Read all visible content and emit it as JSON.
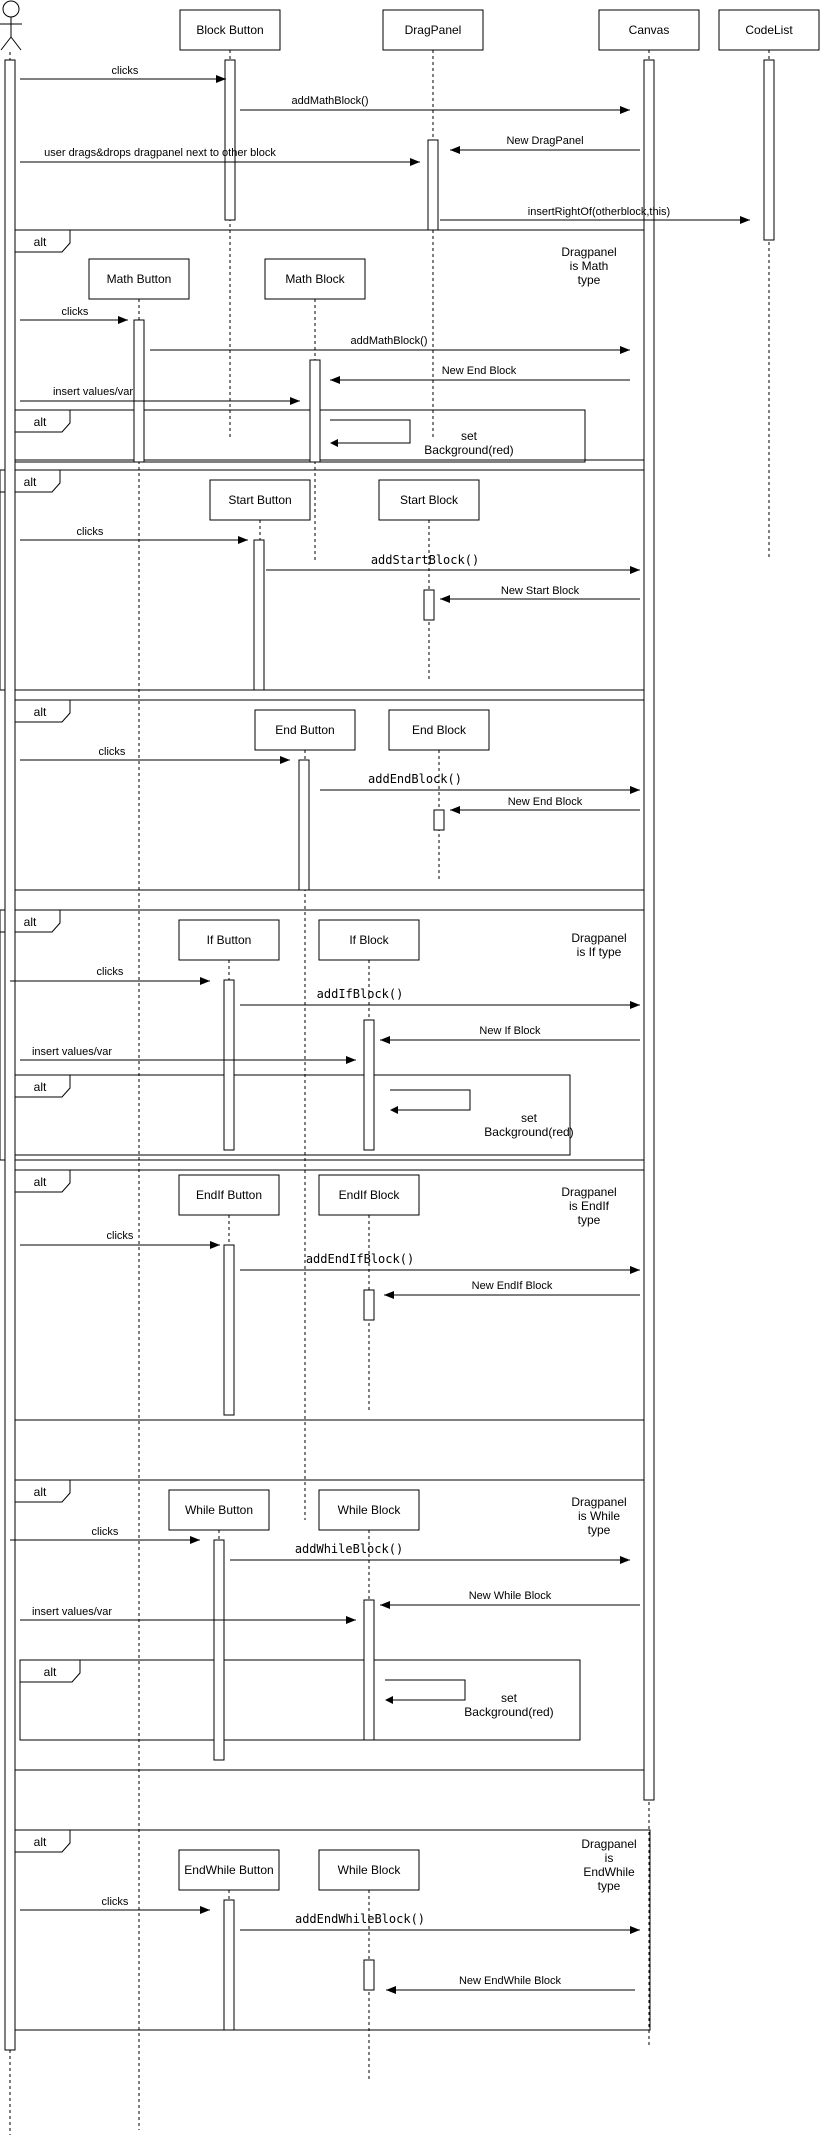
{
  "participants": [
    {
      "id": "actor",
      "label": ""
    },
    {
      "id": "block_button",
      "label": "Block Button"
    },
    {
      "id": "drag_panel",
      "label": "DragPanel"
    },
    {
      "id": "canvas",
      "label": "Canvas"
    },
    {
      "id": "code_list",
      "label": "CodeList"
    },
    {
      "id": "math_button",
      "label": "Math Button"
    },
    {
      "id": "math_block",
      "label": "Math Block"
    },
    {
      "id": "start_button",
      "label": "Start Button"
    },
    {
      "id": "start_block",
      "label": "Start Block"
    },
    {
      "id": "end_button",
      "label": "End Button"
    },
    {
      "id": "end_block",
      "label": "End Block"
    },
    {
      "id": "if_button",
      "label": "If Button"
    },
    {
      "id": "if_block",
      "label": "If Block"
    },
    {
      "id": "endif_button",
      "label": "EndIf Button"
    },
    {
      "id": "endif_block",
      "label": "EndIf Block"
    },
    {
      "id": "while_button",
      "label": "While Button"
    },
    {
      "id": "while_block",
      "label": "While Block"
    },
    {
      "id": "endwhile_button",
      "label": "EndWhile Button"
    },
    {
      "id": "while_block_2",
      "label": "While Block"
    }
  ],
  "messages": [
    {
      "id": "m01",
      "label": "clicks"
    },
    {
      "id": "m02",
      "label": "addMathBlock()"
    },
    {
      "id": "m03",
      "label": "New DragPanel"
    },
    {
      "id": "m04",
      "label": "user drags&drops dragpanel next to other block"
    },
    {
      "id": "m05",
      "label": "insertRightOf(otherblock,this)"
    },
    {
      "id": "m06",
      "label": "clicks"
    },
    {
      "id": "m07",
      "label": "addMathBlock()"
    },
    {
      "id": "m08",
      "label": "New End Block"
    },
    {
      "id": "m09",
      "label": "insert values/var"
    },
    {
      "id": "m10",
      "label": "clicks"
    },
    {
      "id": "m11",
      "label": "addStartBlock()"
    },
    {
      "id": "m12",
      "label": "New Start Block"
    },
    {
      "id": "m13",
      "label": "clicks"
    },
    {
      "id": "m14",
      "label": "addEndBlock()"
    },
    {
      "id": "m15",
      "label": "New End Block"
    },
    {
      "id": "m16",
      "label": "clicks"
    },
    {
      "id": "m17",
      "label": "addIfBlock()"
    },
    {
      "id": "m18",
      "label": "New If Block"
    },
    {
      "id": "m19",
      "label": "insert values/var"
    },
    {
      "id": "m20",
      "label": "clicks"
    },
    {
      "id": "m21",
      "label": "addEndIfBlock()"
    },
    {
      "id": "m22",
      "label": "New EndIf Block"
    },
    {
      "id": "m23",
      "label": "clicks"
    },
    {
      "id": "m24",
      "label": "addWhileBlock()"
    },
    {
      "id": "m25",
      "label": "New While Block"
    },
    {
      "id": "m26",
      "label": "insert values/var"
    },
    {
      "id": "m27",
      "label": "clicks"
    },
    {
      "id": "m28",
      "label": "addEndWhileBlock()"
    },
    {
      "id": "m29",
      "label": "New EndWhile Block"
    }
  ],
  "self_calls": [
    {
      "id": "s1",
      "lines": [
        "set",
        "Background(red)"
      ]
    },
    {
      "id": "s2",
      "lines": [
        "set",
        "Background(red)"
      ]
    },
    {
      "id": "s3",
      "lines": [
        "set",
        "Background(red)"
      ]
    }
  ],
  "frames": [
    {
      "id": "f1",
      "operator": "alt"
    },
    {
      "id": "f1a",
      "operator": "alt"
    },
    {
      "id": "f2",
      "operator": "alt"
    },
    {
      "id": "f3",
      "operator": "alt"
    },
    {
      "id": "f4",
      "operator": "alt"
    },
    {
      "id": "f4a",
      "operator": "alt"
    },
    {
      "id": "f5",
      "operator": "alt"
    },
    {
      "id": "f6",
      "operator": "alt"
    },
    {
      "id": "f6a",
      "operator": "alt"
    },
    {
      "id": "f7",
      "operator": "alt"
    }
  ],
  "conditions": [
    {
      "id": "c1",
      "lines": [
        "Dragpanel",
        "is  Math",
        "type"
      ]
    },
    {
      "id": "c4",
      "lines": [
        "Dragpanel",
        "is If type"
      ]
    },
    {
      "id": "c5",
      "lines": [
        "Dragpanel",
        "is EndIf",
        "type"
      ]
    },
    {
      "id": "c6",
      "lines": [
        "Dragpanel",
        "is While",
        "type"
      ]
    },
    {
      "id": "c7",
      "lines": [
        "Dragpanel",
        "is",
        "EndWhile",
        "type"
      ]
    }
  ],
  "colors": {
    "line": "#000000",
    "background": "#ffffff"
  }
}
